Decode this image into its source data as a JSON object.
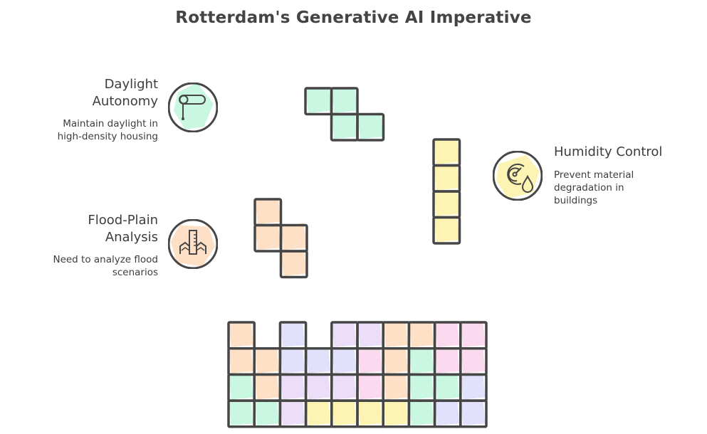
{
  "title": "Rotterdam's Generative AI Imperative",
  "colors": {
    "mint": "#c9f7e2",
    "peach": "#fde0c6",
    "yellow": "#fdf4b4",
    "lavender": "#e1e1fb",
    "purple": "#ecddf9",
    "pink": "#fbd9ef",
    "stroke": "#464646"
  },
  "items": [
    {
      "id": "daylight",
      "title_line1": "Daylight",
      "title_line2": "Autonomy",
      "desc_line1": "Maintain daylight in",
      "desc_line2": "high-density housing",
      "icon": "window-blind-icon",
      "color": "mint"
    },
    {
      "id": "flood",
      "title_line1": "Flood-Plain",
      "title_line2": "Analysis",
      "desc_line1": "Need to analyze flood",
      "desc_line2": "scenarios",
      "icon": "flood-building-icon",
      "color": "peach"
    },
    {
      "id": "humidity",
      "title_line1": "Humidity Control",
      "desc_line1": "Prevent material",
      "desc_line2": "degradation in",
      "desc_line3": "buildings",
      "icon": "humidity-gauge-icon",
      "color": "yellow"
    }
  ],
  "pieces": [
    {
      "name": "mint-z-piece",
      "color": "mint",
      "cells": [
        [
          0,
          0
        ],
        [
          1,
          0
        ],
        [
          1,
          1
        ],
        [
          2,
          1
        ]
      ]
    },
    {
      "name": "yellow-i-piece",
      "color": "yellow",
      "cells": [
        [
          0,
          0
        ],
        [
          0,
          1
        ],
        [
          0,
          2
        ],
        [
          0,
          3
        ]
      ]
    },
    {
      "name": "peach-s-piece",
      "color": "peach",
      "cells": [
        [
          0,
          0
        ],
        [
          0,
          1
        ],
        [
          1,
          1
        ],
        [
          1,
          2
        ]
      ]
    }
  ],
  "grid": {
    "cols": 10,
    "rows": 4,
    "cells": [
      [
        "peach",
        null,
        "lavender",
        null,
        "purple",
        "purple",
        "peach",
        "peach",
        "pink",
        "pink"
      ],
      [
        "peach",
        "peach",
        "lavender",
        "lavender",
        "lavender",
        "pink",
        "peach",
        "mint",
        "pink",
        "pink"
      ],
      [
        "mint",
        "peach",
        "purple",
        "purple",
        "purple",
        "pink",
        "peach",
        "mint",
        "mint",
        "lavender"
      ],
      [
        "mint",
        "mint",
        "purple",
        "yellow",
        "yellow",
        "yellow",
        "yellow",
        "mint",
        "lavender",
        "lavender"
      ]
    ]
  }
}
